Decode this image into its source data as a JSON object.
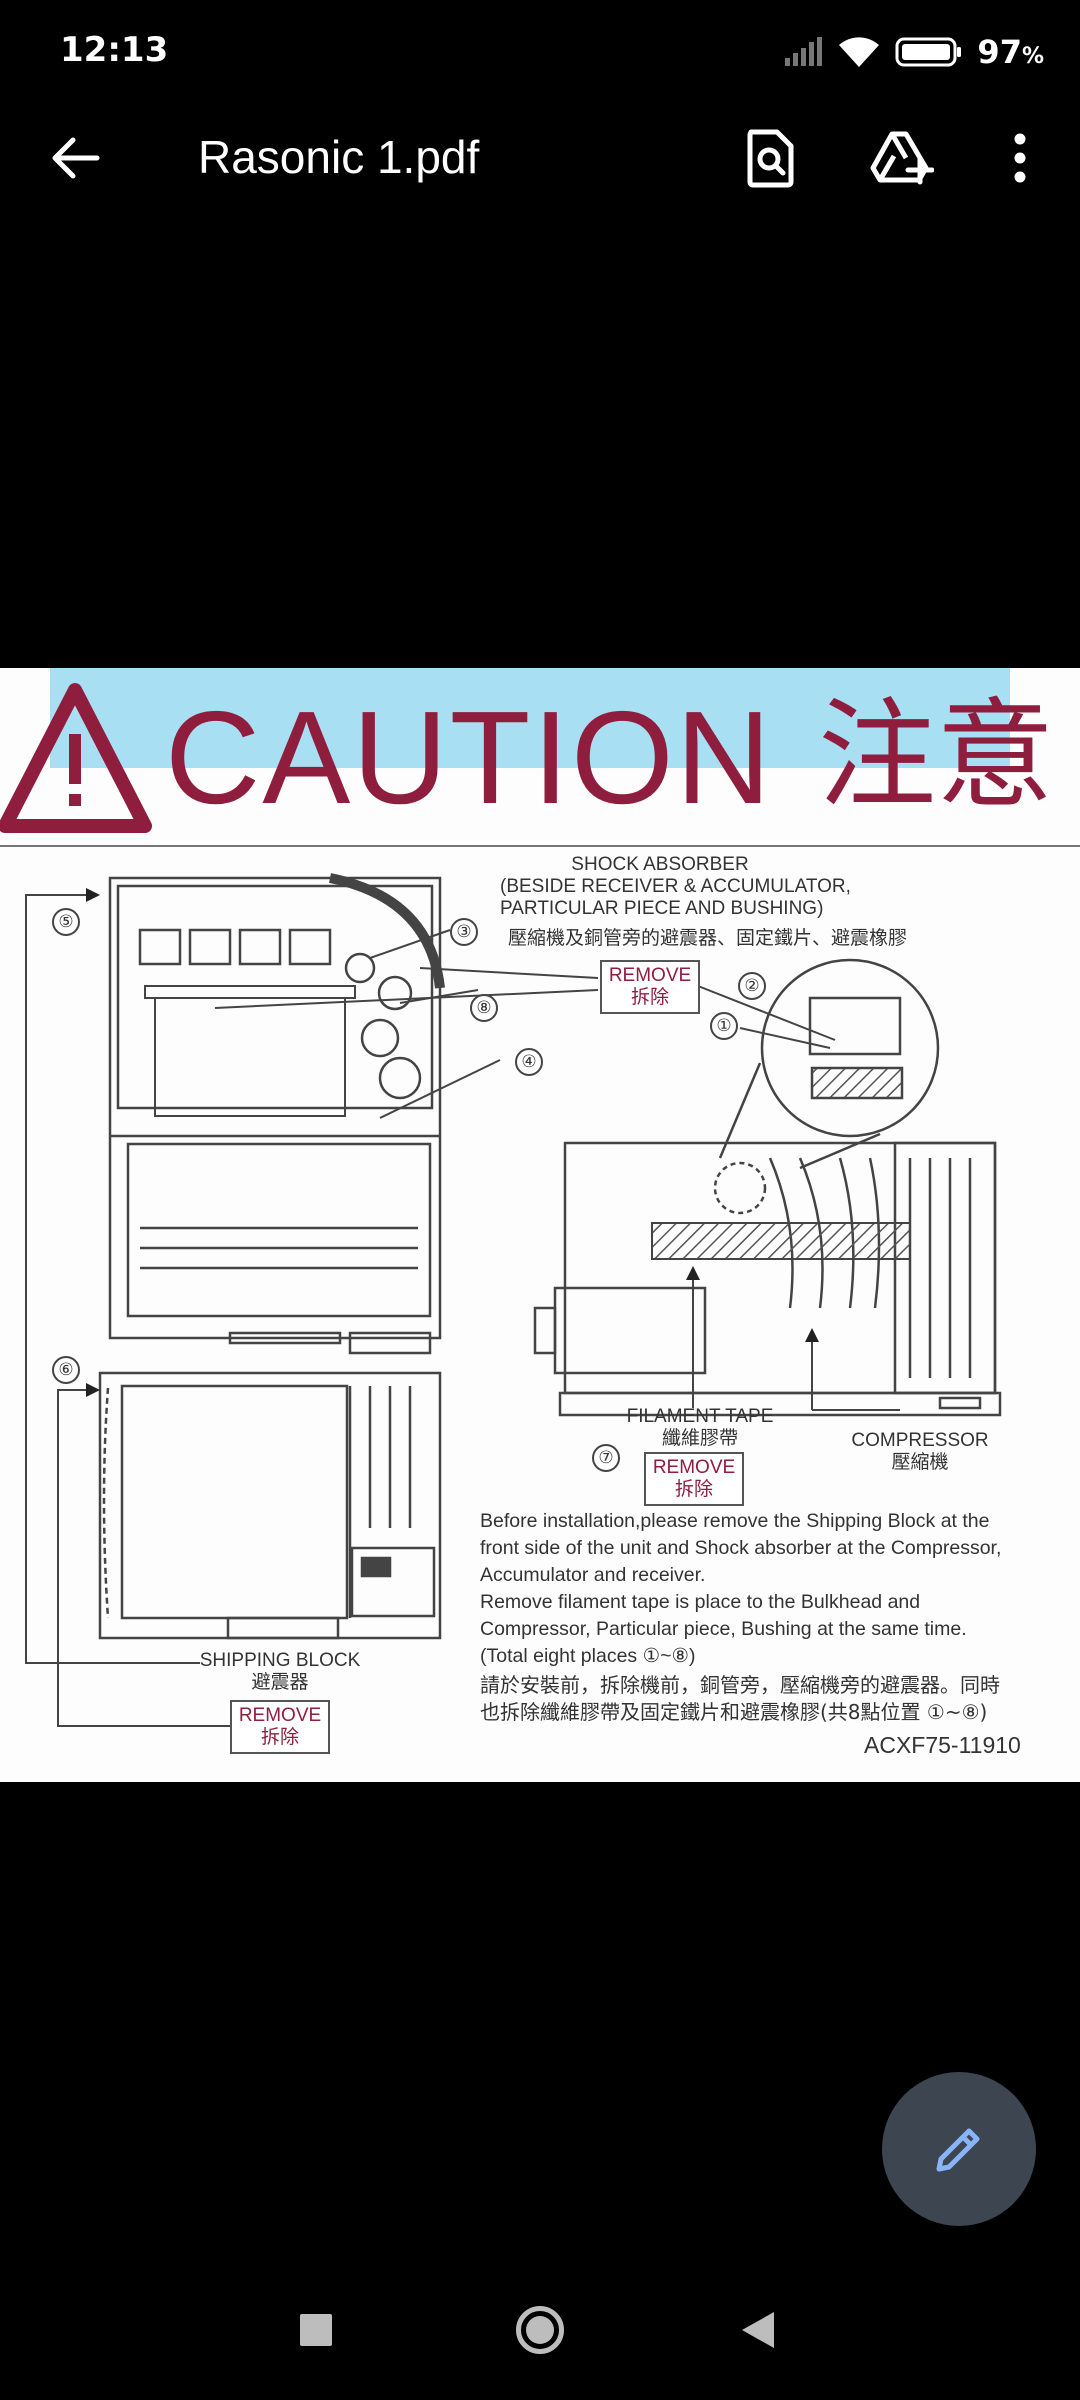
{
  "status_bar": {
    "time": "12:13",
    "battery_percent": "97",
    "battery_sign": "%",
    "icons": [
      "signal-icon",
      "wifi-icon",
      "battery-icon"
    ]
  },
  "app_bar": {
    "title": "Rasonic 1.pdf",
    "icons": [
      "back-arrow-icon",
      "find-in-document-icon",
      "add-to-drive-icon",
      "more-vert-icon"
    ]
  },
  "pdf": {
    "caution_en": "CAUTION",
    "caution_zh": "注意",
    "shock_absorber_lines": [
      "SHOCK ABSORBER",
      "(BESIDE RECEIVER & ACCUMULATOR,",
      "PARTICULAR PIECE AND BUSHING)"
    ],
    "shock_absorber_zh": "壓縮機及銅管旁的避震器、固定鐵片、避震橡膠",
    "remove_en": "REMOVE",
    "remove_zh": "拆除",
    "filament_tape": "FILAMENT TAPE",
    "filament_tape_zh": "纖維膠帶",
    "compressor": "COMPRESSOR",
    "compressor_zh": "壓縮機",
    "shipping_block": "SHIPPING BLOCK",
    "shipping_block_zh": "避震器",
    "numbers": {
      "n1": "①",
      "n2": "②",
      "n3": "③",
      "n4": "④",
      "n5": "⑤",
      "n6": "⑥",
      "n7": "⑦",
      "n8": "⑧"
    },
    "instructions_lines": [
      "Before installation,please remove the Shipping Block at the",
      "front side of the unit and Shock absorber at the Compressor,",
      "Accumulator and receiver.",
      "Remove filament tape is place to the Bulkhead and",
      "Compressor, Particular piece, Bushing at the same time.",
      "(Total eight places ①~⑧)"
    ],
    "instructions_zh_lines": [
      "請於安裝前，拆除機前，銅管旁，壓縮機旁的避震器。同時",
      "也拆除纖維膠帶及固定鐵片和避震橡膠(共8點位置 ①~⑧)"
    ],
    "model_code": "ACXF75-11910",
    "colors": {
      "caution_red": "#8f1e3e",
      "tape_blue": "#a9dff2"
    }
  },
  "fab": {
    "icon": "pencil-edit-icon"
  },
  "nav_bar": {
    "icons": [
      "recents-square-icon",
      "home-circle-icon",
      "back-triangle-icon"
    ]
  }
}
